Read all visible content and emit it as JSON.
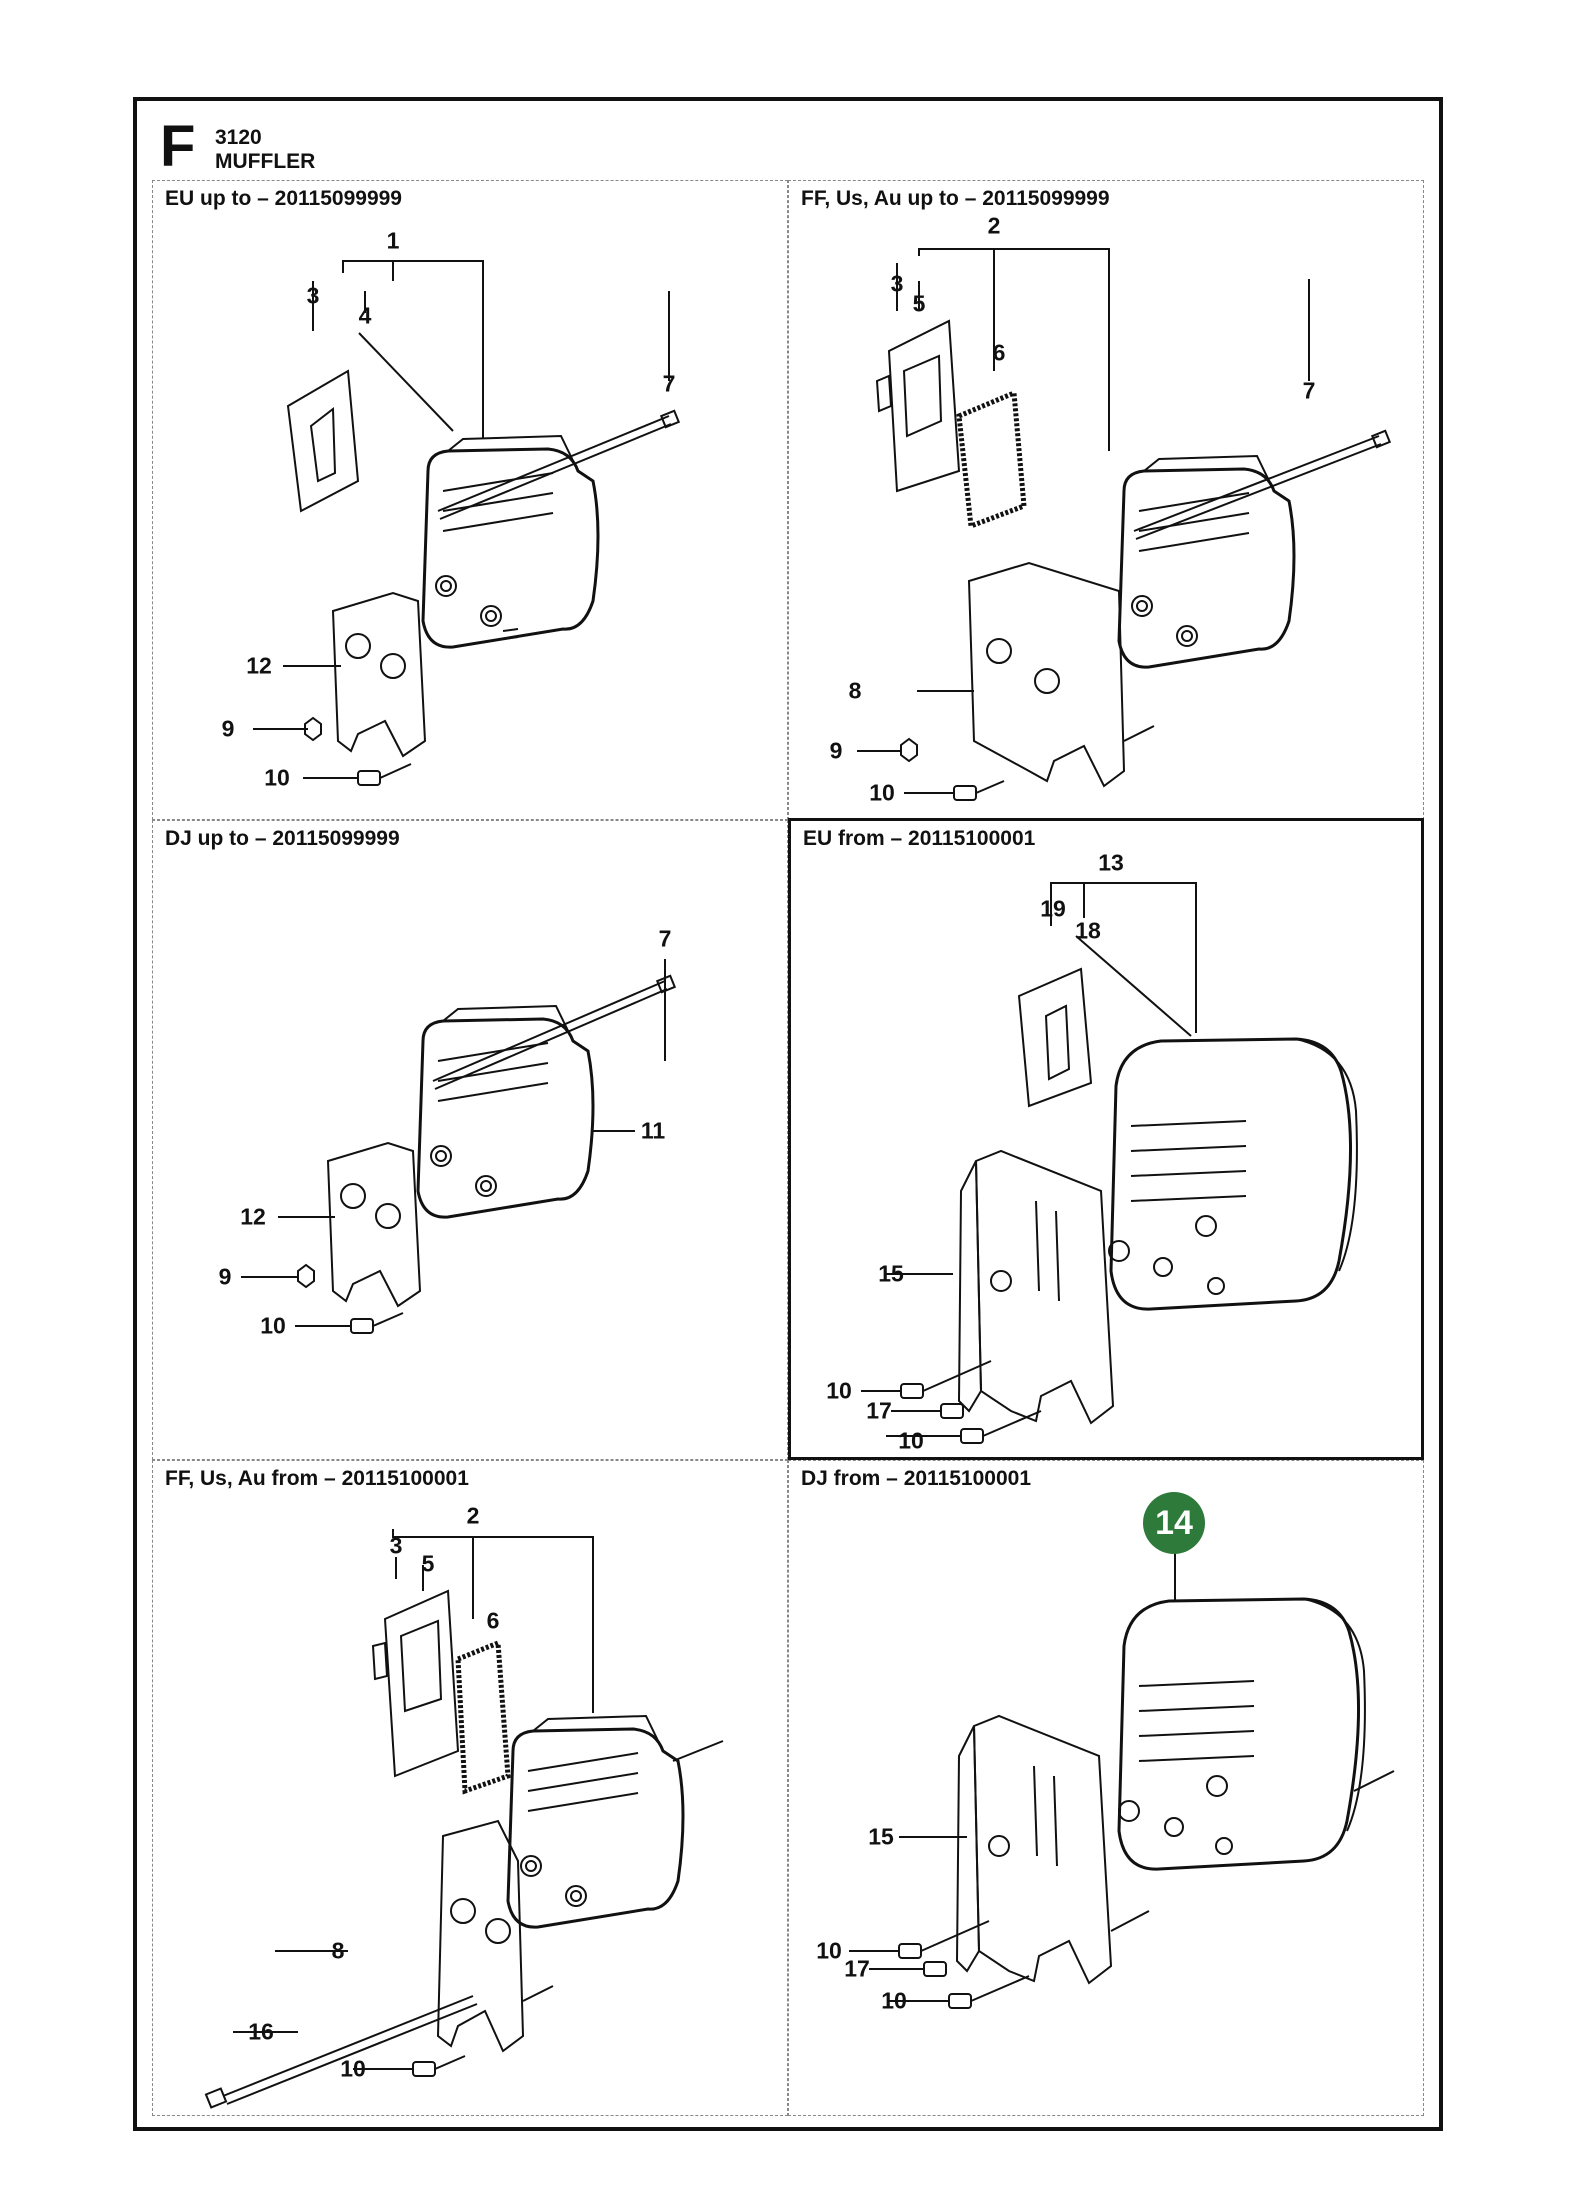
{
  "section": {
    "letter": "F",
    "code": "3120",
    "title": "MUFFLER"
  },
  "panels": [
    {
      "label": "EU up to – 20115099999",
      "parts": [
        "1",
        "3",
        "4",
        "7",
        "12",
        "9",
        "10"
      ]
    },
    {
      "label": "FF, Us, Au up to – 20115099999",
      "parts": [
        "2",
        "3",
        "5",
        "6",
        "7",
        "8",
        "9",
        "10"
      ]
    },
    {
      "label": "DJ up to – 20115099999",
      "parts": [
        "7",
        "11",
        "12",
        "9",
        "10"
      ]
    },
    {
      "label": "EU from – 20115100001",
      "parts": [
        "13",
        "19",
        "18",
        "15",
        "10",
        "17",
        "10"
      ]
    },
    {
      "label": "FF, Us, Au from – 20115100001",
      "parts": [
        "2",
        "3",
        "5",
        "6",
        "8",
        "16",
        "10"
      ]
    },
    {
      "label": "DJ from – 20115100001",
      "parts": [
        "15",
        "10",
        "17",
        "10"
      ]
    }
  ],
  "highlight_badge": {
    "text": "14",
    "color": "#2d7a3a"
  },
  "highlighted_panel_index": 3,
  "colors": {
    "line": "#111111",
    "border_dashed": "#888888"
  }
}
